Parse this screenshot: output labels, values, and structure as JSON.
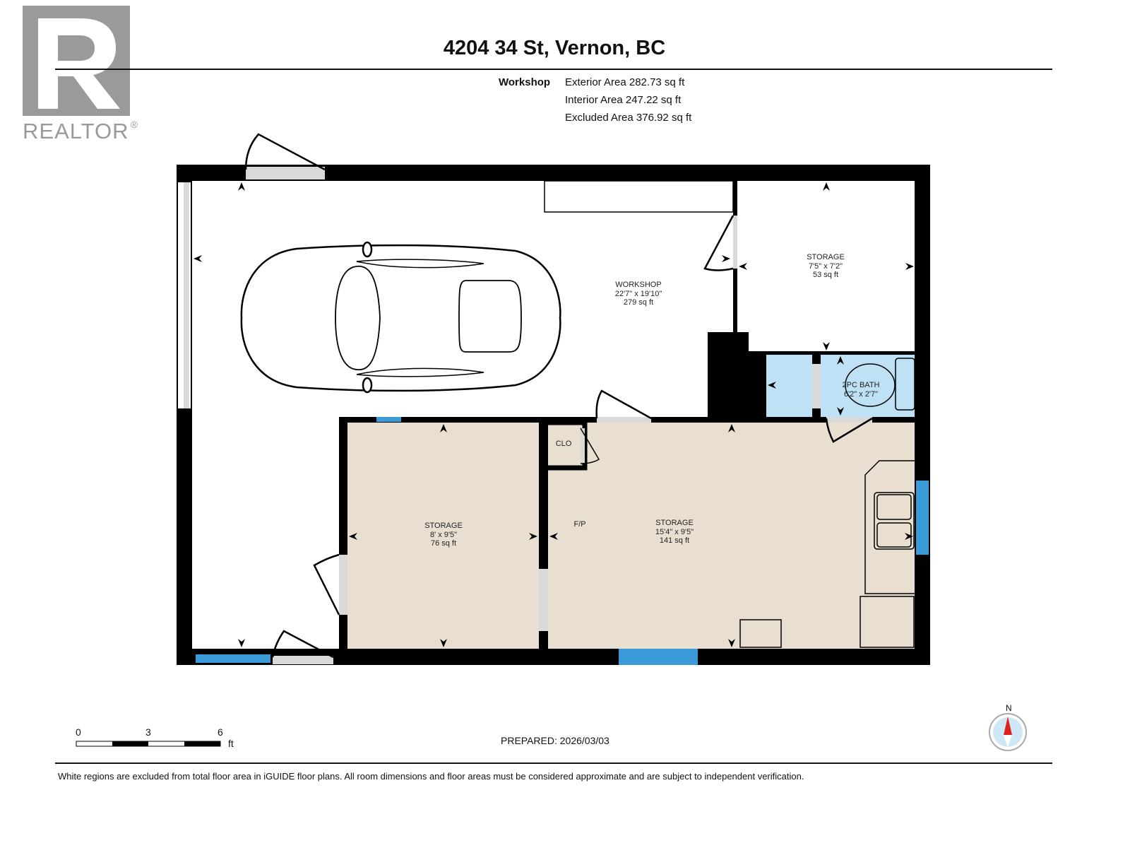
{
  "logo": {
    "brand": "REALTOR",
    "mark": "R"
  },
  "header": {
    "title": "4204 34 St, Vernon, BC"
  },
  "areas": {
    "floor_label": "Workshop",
    "exterior": "Exterior Area 282.73 sq ft",
    "interior": "Interior Area 247.22 sq ft",
    "excluded": "Excluded Area 376.92 sq ft"
  },
  "rooms": {
    "workshop": {
      "name": "WORKSHOP",
      "dims": "22'7\" x 19'10\"",
      "area": "279 sq ft"
    },
    "storage_ne": {
      "name": "STORAGE",
      "dims": "7'5\" x 7'2\"",
      "area": "53 sq ft"
    },
    "bath": {
      "name": "2PC BATH",
      "dims": "6'2\" x 2'7\""
    },
    "storage_sw": {
      "name": "STORAGE",
      "dims": "8' x 9'5\"",
      "area": "76 sq ft"
    },
    "storage_se": {
      "name": "STORAGE",
      "dims": "15'4\" x 9'5\"",
      "area": "141 sq ft"
    },
    "closet": {
      "name": "CLO"
    },
    "fireplace": {
      "name": "F/P"
    }
  },
  "colors": {
    "wall": "#000000",
    "finished_floor": "#e8dfd0",
    "bath_floor": "#bfe1f6",
    "window": "#3b9bd9",
    "opening": "#d9d9d9"
  },
  "scale": {
    "ticks": [
      "0",
      "3",
      "6"
    ],
    "unit": "ft"
  },
  "compass": {
    "label": "N"
  },
  "footer": {
    "prepared": "PREPARED: 2026/03/03",
    "disclaimer": "White regions are excluded from total floor area in iGUIDE floor plans. All room dimensions and floor areas must be considered approximate and are subject to independent verification."
  }
}
